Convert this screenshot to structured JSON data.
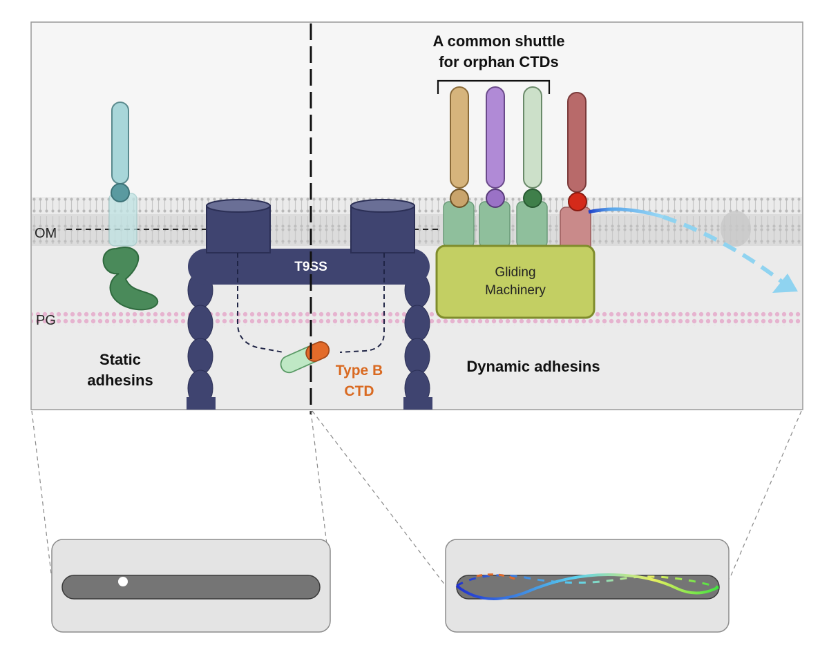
{
  "labels": {
    "om": "OM",
    "pg": "PG",
    "t9ss": "T9SS",
    "static_line1": "Static",
    "static_line2": "adhesins",
    "dynamic": "Dynamic adhesins",
    "shuttle_line1": "A common shuttle",
    "shuttle_line2": "for orphan CTDs",
    "gliding_line1": "Gliding",
    "gliding_line2": "Machinery",
    "typeb_line1": "Type B",
    "typeb_line2": "CTD"
  },
  "colors": {
    "t9ss": "#3f4470",
    "gliding_machinery": "#c3cf63",
    "orange_text": "#d96a22",
    "migration_arrow": "#8fd3f0"
  }
}
